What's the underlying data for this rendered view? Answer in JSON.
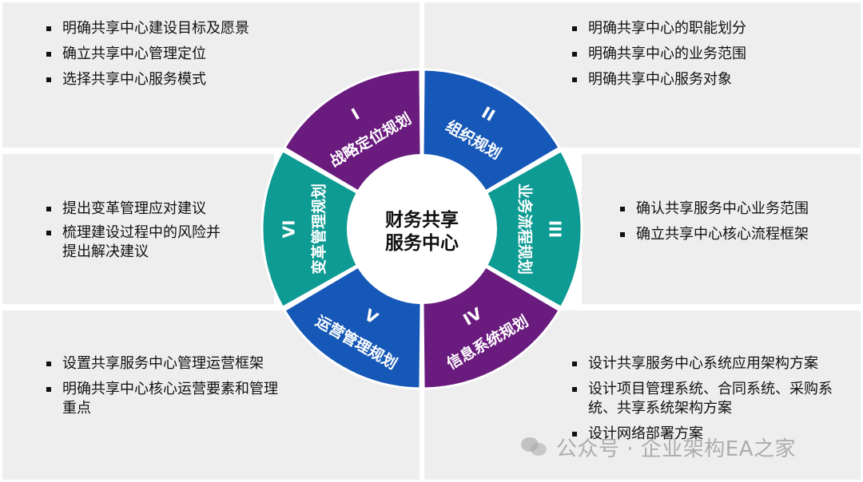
{
  "center_label": [
    "财务共享",
    "服务中心"
  ],
  "segments": [
    {
      "numeral": "I",
      "title": "战略定位规划",
      "color": "#6a1b7e"
    },
    {
      "numeral": "II",
      "title": "组织规划",
      "color": "#1658b7"
    },
    {
      "numeral": "III",
      "title": "业务流程规划",
      "color": "#0e9b93"
    },
    {
      "numeral": "IV",
      "title": "信息系统规划",
      "color": "#6a1b7e"
    },
    {
      "numeral": "V",
      "title": "运营管理规划",
      "color": "#1658b7"
    },
    {
      "numeral": "VI",
      "title": "变革管理规划",
      "color": "#0e9b93"
    }
  ],
  "panels": {
    "top_left": [
      "明确共享中心建设目标及愿景",
      "确立共享中心管理定位",
      "选择共享中心服务模式"
    ],
    "top_right": [
      "明确共享中心的职能划分",
      "明确共享中心的业务范围",
      "明确共享中心服务对象"
    ],
    "mid_left": [
      "提出变革管理应对建议",
      "梳理建设过程中的风险并提出解决建议"
    ],
    "mid_right": [
      "确认共享服务中心业务范围",
      "确立共享中心核心流程框架"
    ],
    "bottom_left": [
      "设置共享服务中心管理运营框架",
      "明确共享中心核心运营要素和管理重点"
    ],
    "bottom_right": [
      "设计共享服务中心系统应用架构方案",
      "设计项目管理系统、合同系统、采购系统、共享系统架构方案",
      "设计网络部署方案"
    ]
  },
  "watermark": "公众号 · 企业架构EA之家"
}
